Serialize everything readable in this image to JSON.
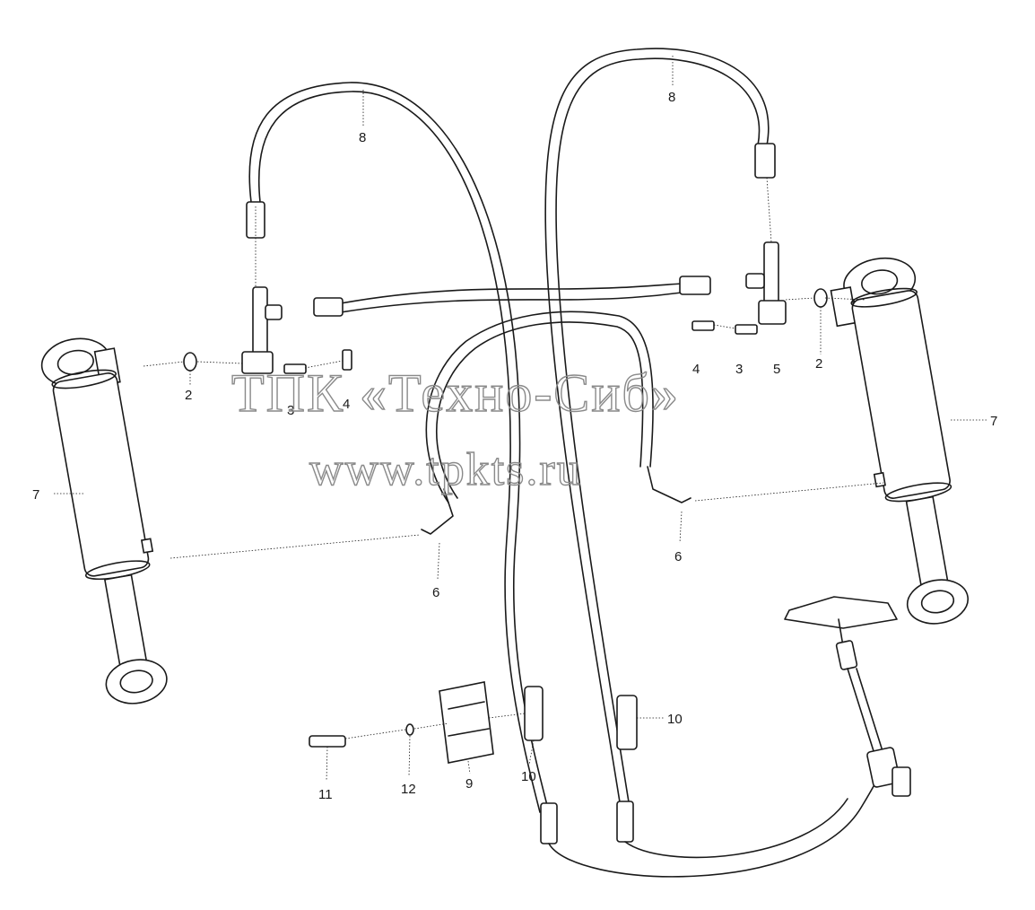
{
  "watermark": {
    "company": "ТПК «Техно-Сиб»",
    "website": "www.tpkts.ru"
  },
  "callouts": {
    "c2_left": "2",
    "c3_left": "3",
    "c4_left": "4",
    "c2_right": "2",
    "c3_right": "3",
    "c4_right": "4",
    "c5_right": "5",
    "c6_left": "6",
    "c6_right": "6",
    "c7_left": "7",
    "c7_right": "7",
    "c8_left": "8",
    "c8_right": "8",
    "c9": "9",
    "c10_mid": "10",
    "c10_right": "10",
    "c11": "11",
    "c12": "12"
  }
}
